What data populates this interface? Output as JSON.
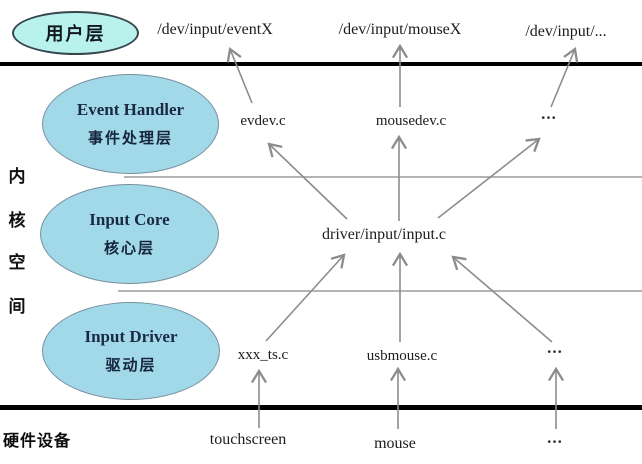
{
  "diagram": {
    "user_space": {
      "layer_label": "用户层",
      "device_nodes": [
        "/dev/input/eventX",
        "/dev/input/mouseX",
        "/dev/input/..."
      ]
    },
    "kernel_space": {
      "side_label_chars": [
        "内",
        "核",
        "空",
        "间"
      ],
      "layers": [
        {
          "en": "Event Handler",
          "zh": "事件处理层"
        },
        {
          "en": "Input Core",
          "zh": "核心层"
        },
        {
          "en": "Input Driver",
          "zh": "驱动层"
        }
      ],
      "handler_files": [
        "evdev.c",
        "mousedev.c",
        "..."
      ],
      "core_file": "driver/input/input.c",
      "driver_files": [
        "xxx_ts.c",
        "usbmouse.c",
        "..."
      ]
    },
    "hardware": {
      "side_label": "硬件设备",
      "devices": [
        "touchscreen",
        "mouse",
        "..."
      ]
    },
    "colors": {
      "user_ellipse_fill": "#b9f1ec",
      "kernel_ellipse_fill": "#a2d9e8",
      "ellipse_border": "#77909f",
      "arrow": "#8c8c8c",
      "divider": "#000000",
      "thin_line": "#b4b4b4",
      "ellipse_text": "#1b2a44"
    }
  }
}
